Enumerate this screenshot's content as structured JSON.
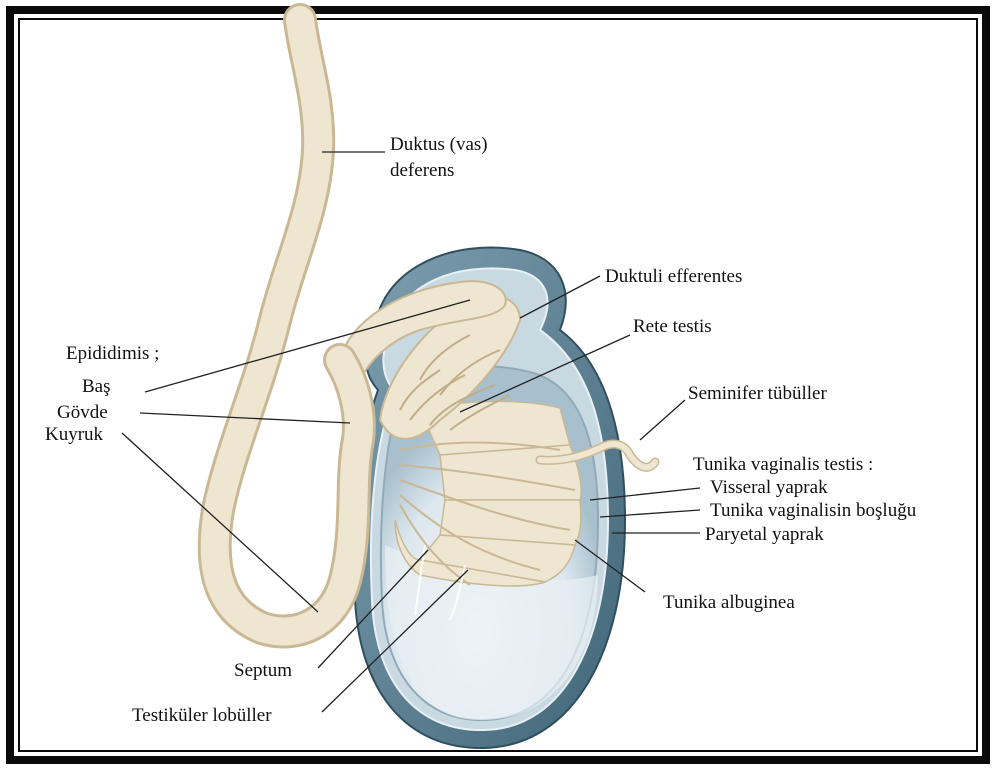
{
  "labels": {
    "duktus_line1": "Duktus (vas)",
    "duktus_line2": "deferens",
    "duktuli": "Duktuli efferentes",
    "rete": "Rete testis",
    "epididimis": "Epididimis ;",
    "bas": "Baş",
    "govde": "Gövde",
    "kuyruk": "Kuyruk",
    "seminifer": "Seminifer tübüller",
    "tunika_vag": "Tunika vaginalis testis :",
    "visseral": "Visseral yaprak",
    "bosluk": "Tunika vaginalisin boşluğu",
    "paryetal": "Paryetal yaprak",
    "albuginea": "Tunika albuginea",
    "septum": "Septum",
    "lobuller": "Testiküler lobüller"
  },
  "colors": {
    "frame": "#0a0a0a",
    "tunica_outer": "#5d8396",
    "tunica_light": "#dfe9ef",
    "testis_fill": "#edf2f5",
    "tissue": "#efe6d2",
    "tissue_edge": "#c9b894"
  }
}
